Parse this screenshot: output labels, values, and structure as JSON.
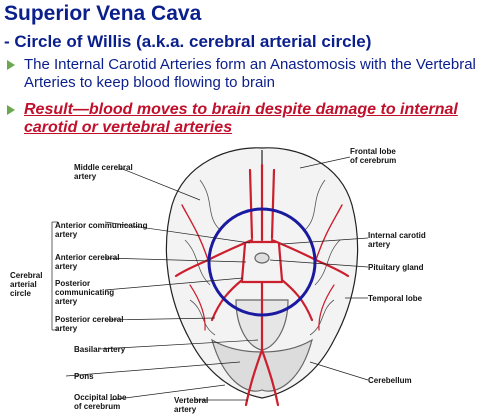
{
  "slide": {
    "title": "Superior Vena Cava",
    "subtitle": "- Circle of Willis (a.k.a. cerebral arterial circle)",
    "bullets": [
      "The Internal Carotid Arteries form an Anastomosis with the Vertebral Arteries to keep blood flowing to brain",
      "Result—blood moves to brain despite damage to internal carotid or vertebral arteries"
    ]
  },
  "figure": {
    "labels": {
      "middle_cerebral_1": "Middle cerebral",
      "middle_cerebral_2": "artery",
      "anterior_communicating_1": "Anterior communicating",
      "anterior_communicating_2": "artery",
      "anterior_cerebral_1": "Anterior cerebral",
      "anterior_cerebral_2": "artery",
      "posterior_communicating_1": "Posterior",
      "posterior_communicating_2": "communicating",
      "posterior_communicating_3": "artery",
      "posterior_cerebral_1": "Posterior cerebral",
      "posterior_cerebral_2": "artery",
      "basilar": "Basilar artery",
      "pons": "Pons",
      "occipital_1": "Occipital lobe",
      "occipital_2": "of cerebrum",
      "vertebral_1": "Vertebral",
      "vertebral_2": "artery",
      "frontal_1": "Frontal lobe",
      "frontal_2": "of cerebrum",
      "internal_carotid_1": "Internal carotid",
      "internal_carotid_2": "artery",
      "pituitary": "Pituitary gland",
      "temporal": "Temporal lobe",
      "cerebellum": "Cerebellum",
      "cerebral_circle_1": "Cerebral",
      "cerebral_circle_2": "arterial",
      "cerebral_circle_3": "circle"
    },
    "colors": {
      "artery": "#cc1f2e",
      "highlight_circle": "#1a1aa0",
      "title": "#0b1f8c",
      "result_text": "#c0102c"
    }
  }
}
